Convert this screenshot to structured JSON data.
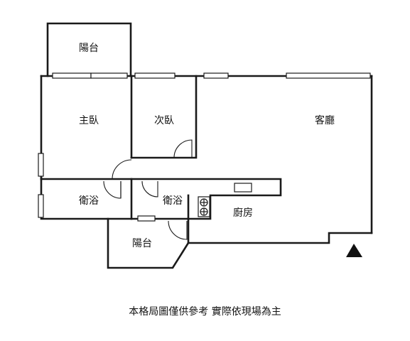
{
  "rooms": {
    "balcony_top": "陽台",
    "master_bedroom": "主臥",
    "second_bedroom": "次臥",
    "living_room": "客廳",
    "bathroom_left": "衛浴",
    "bathroom_right": "衛浴",
    "kitchen": "廚房",
    "balcony_bottom": "陽台"
  },
  "caption": "本格局圖僅供參考 實際依現場為主",
  "icons": {
    "direction_marker": "north-triangle-icon"
  },
  "colors": {
    "wall": "#1a1a1a",
    "background": "#ffffff"
  }
}
